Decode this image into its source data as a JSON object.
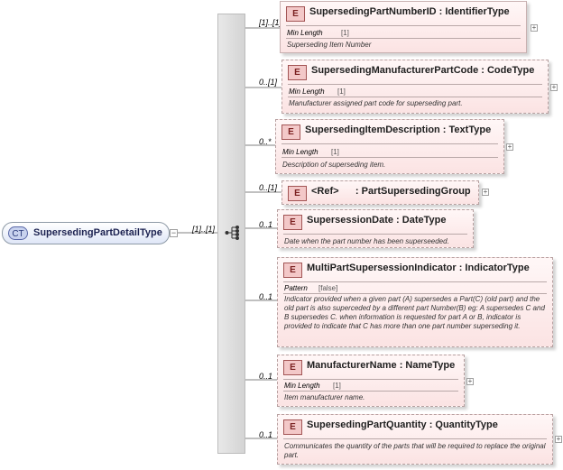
{
  "root": {
    "badge": "CT",
    "name": "SupersedingPartDetailType",
    "multiplicity": "[1]..[1]"
  },
  "elements": [
    {
      "badge": "E",
      "title": "SupersedingPartNumberID : IdentifierType",
      "multiplicity": "[1]..[1]",
      "rule_key": "Min Length",
      "rule_val": "[1]",
      "description": "Superseding Item Number"
    },
    {
      "badge": "E",
      "title": "SupersedingManufacturerPartCode : CodeType",
      "multiplicity": "0..[1]",
      "rule_key": "Min Length",
      "rule_val": "[1]",
      "description": "Manufacturer assigned part code for superseding part."
    },
    {
      "badge": "E",
      "title": "SupersedingItemDescription : TextType",
      "multiplicity": "0..*",
      "rule_key": "Min Length",
      "rule_val": "[1]",
      "description": "Description of superseding item."
    },
    {
      "badge": "E",
      "title": "<Ref>      : PartSupersedingGroup",
      "multiplicity": "0..[1]"
    },
    {
      "badge": "E",
      "title": "SupersessionDate : DateType",
      "multiplicity": "0..1",
      "description": "Date when the part number has been superseeded."
    },
    {
      "badge": "E",
      "title": "MultiPartSupersessionIndicator : IndicatorType",
      "multiplicity": "0..1",
      "rule_key": "Pattern",
      "rule_val": "[false]",
      "description": "Indicator provided when a given part (A) supersedes a Part(C) (old part) and the old part is also superceded by a different part Number(B) eg: A supersedes C and B supersedes C. when information is requested for part A or B, indicator is provided to indicate that C has more than one part number superseding it."
    },
    {
      "badge": "E",
      "title": "ManufacturerName : NameType",
      "multiplicity": "0..1",
      "rule_key": "Min Length",
      "rule_val": "[1]",
      "description": "Item manufacturer name."
    },
    {
      "badge": "E",
      "title": "SupersedingPartQuantity : QuantityType",
      "multiplicity": "0..1",
      "description": "Communicates the quantity of the parts that will be required to replace the original part."
    }
  ]
}
